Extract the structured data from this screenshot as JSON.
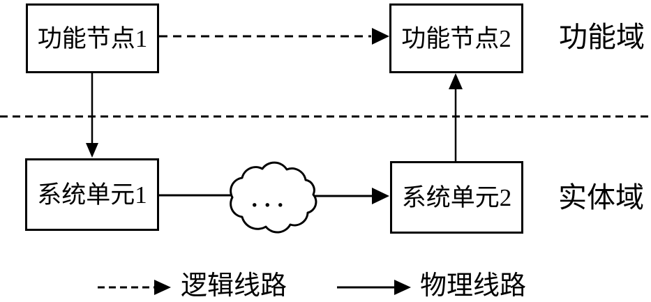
{
  "diagram": {
    "domains": {
      "function": {
        "label": "功能域",
        "nodes": [
          "功能节点1",
          "功能节点2"
        ]
      },
      "entity": {
        "label": "实体域",
        "nodes": [
          "系统单元1",
          "系统单元2"
        ]
      }
    },
    "cloud": {
      "label": "..."
    },
    "legend": {
      "logical": {
        "style": "dashed",
        "label": "逻辑线路"
      },
      "physical": {
        "style": "solid",
        "label": "物理线路"
      }
    },
    "colors": {
      "line": "#000000",
      "background": "#ffffff"
    }
  }
}
